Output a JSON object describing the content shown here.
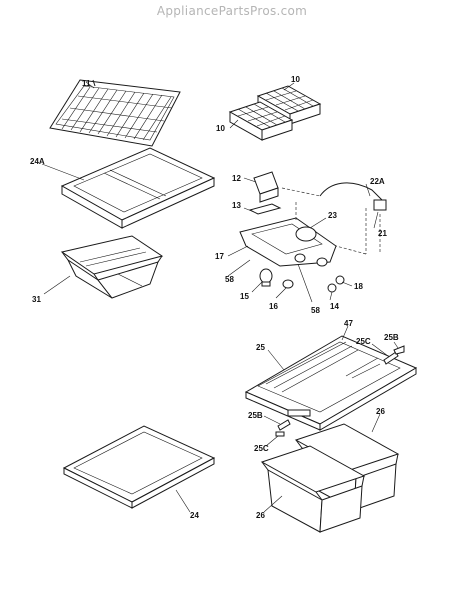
{
  "watermark": "AppliancePartsPros.com",
  "callouts": {
    "p11": "11",
    "p10a": "10",
    "p10b": "10",
    "p24A": "24A",
    "p12": "12",
    "p22A": "22A",
    "p13": "13",
    "p23": "23",
    "p21": "21",
    "p17": "17",
    "p58a": "58",
    "p58b": "58",
    "p15": "15",
    "p16": "16",
    "p18": "18",
    "p14": "14",
    "p31": "31",
    "p47": "47",
    "p25": "25",
    "p25C_top": "25C",
    "p25B_top": "25B",
    "p25B_mid": "25B",
    "p26_right": "26",
    "p25C_mid": "25C",
    "p24": "24",
    "p26_left": "26"
  }
}
